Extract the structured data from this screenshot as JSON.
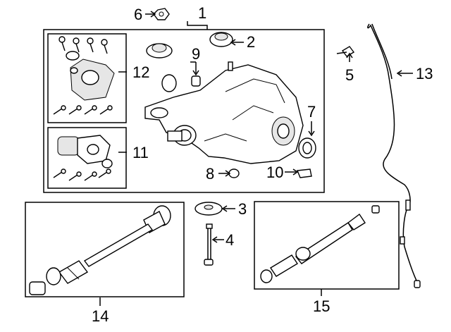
{
  "callouts": {
    "c1": "1",
    "c2": "2",
    "c3": "3",
    "c4": "4",
    "c5": "5",
    "c6": "6",
    "c7": "7",
    "c8": "8",
    "c9": "9",
    "c10": "10",
    "c11": "11",
    "c12": "12",
    "c13": "13",
    "c14": "14",
    "c15": "15"
  },
  "colors": {
    "line": "#000000",
    "background": "#ffffff",
    "shade": "#e6e6e6"
  }
}
